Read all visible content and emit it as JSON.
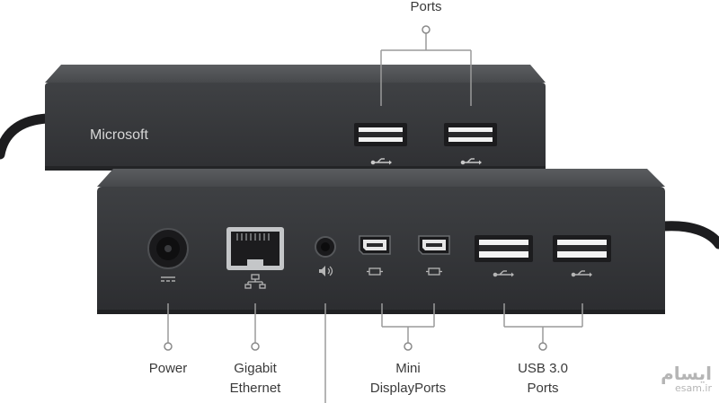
{
  "device": {
    "brand": "Microsoft"
  },
  "labels": {
    "top_ports": "Ports",
    "power": "Power",
    "gigabit_ethernet_line1": "Gigabit",
    "gigabit_ethernet_line2": "Ethernet",
    "mini_displayports_line1": "Mini",
    "mini_displayports_line2": "DisplayPorts",
    "usb_line1": "USB 3.0",
    "usb_line2": "Ports"
  },
  "watermark": {
    "main": "ایسام",
    "sub": "esam.ir"
  },
  "colors": {
    "dock_body": "#3b3d40",
    "dock_top": "#55575a",
    "dock_edge": "#2a2b2d",
    "port_white": "#f2f2f2",
    "callout_line": "#9a9a9a",
    "label_text": "#3a3a3a"
  }
}
